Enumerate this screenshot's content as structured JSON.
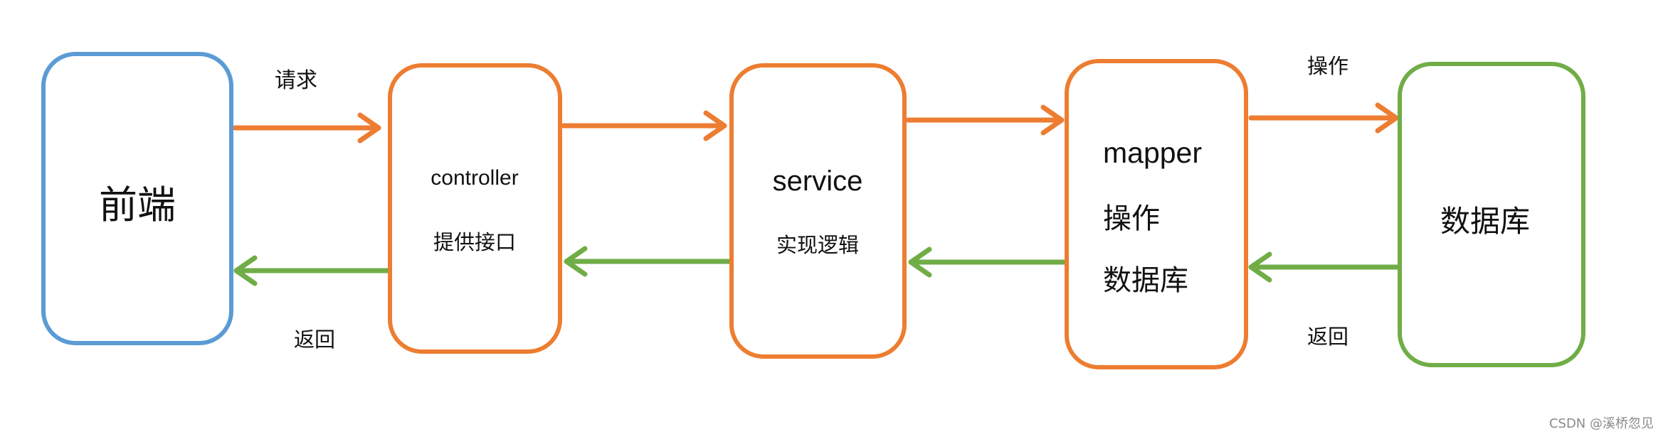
{
  "colors": {
    "frontend_border": "#5b9bd5",
    "layer_border": "#ed7d31",
    "database_border": "#70ad47",
    "request_arrow": "#ed7d31",
    "return_arrow": "#70ad47"
  },
  "nodes": {
    "frontend": {
      "label": "前端"
    },
    "controller": {
      "title": "controller",
      "subtitle": "提供接口"
    },
    "service": {
      "title": "service",
      "subtitle": "实现逻辑"
    },
    "mapper": {
      "title": "mapper",
      "line2": "操作",
      "line3": "数据库"
    },
    "database": {
      "label": "数据库"
    }
  },
  "edge_labels": {
    "request": "请求",
    "return_left": "返回",
    "operate": "操作",
    "return_right": "返回"
  },
  "watermark": "CSDN @溪桥忽见"
}
